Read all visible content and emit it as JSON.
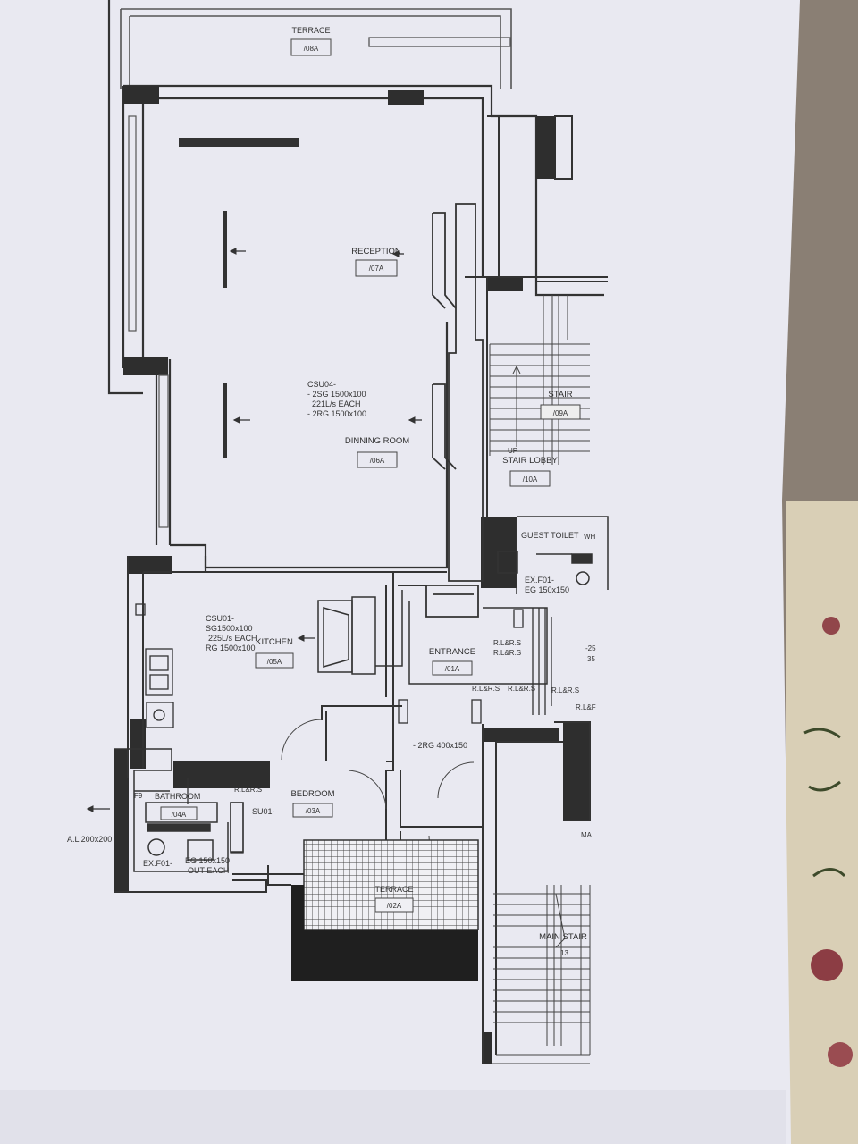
{
  "terrace_top": {
    "name": "TERRACE",
    "code": "/08A"
  },
  "reception": {
    "name": "RECEPTION",
    "code": "/07A"
  },
  "stair": {
    "name": "STAIR",
    "code": "/09A",
    "up": "UP"
  },
  "stair_lobby": {
    "name": "STAIR LOBBY",
    "code": "/10A"
  },
  "dining": {
    "name": "DINNING ROOM",
    "code": "/06A",
    "unit": [
      "CSU04-",
      "- 2SG 1500x100",
      "221L/s EACH",
      "- 2RG 1500x100"
    ]
  },
  "guest_toilet": {
    "name": "GUEST TOILET",
    "wh": "WH"
  },
  "exhaust_guest": [
    "EX.F01-",
    "EG 150x150"
  ],
  "kitchen": {
    "name": "KITCHEN",
    "code": "/05A",
    "unit": [
      "CSU01-",
      "SG1500x100",
      "225L/s EACH",
      "RG 1500x100"
    ]
  },
  "entrance": {
    "name": "ENTRANCE",
    "code": "/01A"
  },
  "rlrs": "R.L&R.S",
  "rlrs_partial": "R.L&F",
  "side_25": "-25",
  "side_35": "35",
  "return_grille": "- 2RG 400x150",
  "bedroom": {
    "name": "BEDROOM",
    "code": "/03A",
    "unit": "SU01-"
  },
  "bathroom": {
    "name": "BATHROOM",
    "code": "/04A",
    "f9": "F9"
  },
  "al_louver": "A.L 200x200",
  "exhaust_bath": [
    "EX.F01-",
    "EG 150x150",
    "OUT EACH"
  ],
  "terrace_bottom": {
    "name": "TERRACE",
    "code": "/02A"
  },
  "main_stair": {
    "name": "MAIN STAIR",
    "num": "13"
  },
  "ma": "MA"
}
